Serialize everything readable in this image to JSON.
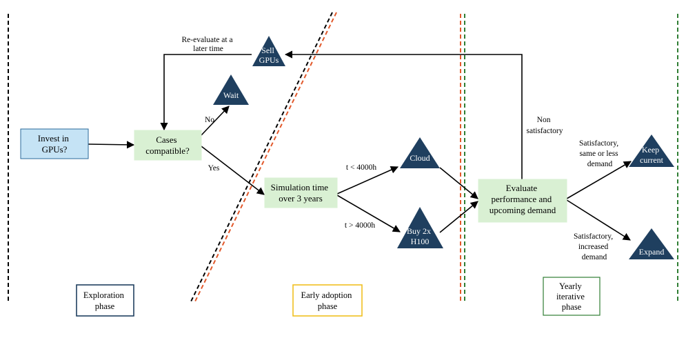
{
  "nodes": {
    "invest": {
      "lines": [
        "Invest in",
        "GPUs?"
      ]
    },
    "cases": {
      "lines": [
        "Cases",
        "compatible?"
      ]
    },
    "sell": {
      "lines": [
        "Sell",
        "GPUs"
      ]
    },
    "wait": {
      "lines": [
        "Wait"
      ]
    },
    "simulation": {
      "lines": [
        "Simulation time",
        "over 3 years"
      ]
    },
    "cloud": {
      "lines": [
        "Cloud"
      ]
    },
    "buy": {
      "lines": [
        "Buy 2x",
        "H100"
      ]
    },
    "evaluate": {
      "lines": [
        "Evaluate",
        "performance and",
        "upcoming demand"
      ]
    },
    "keep": {
      "lines": [
        "Keep",
        "current"
      ]
    },
    "expand": {
      "lines": [
        "Expand"
      ]
    }
  },
  "edge_labels": {
    "reevaluate": [
      "Re-evaluate at a",
      "later time"
    ],
    "no": [
      "No"
    ],
    "yes": [
      "Yes"
    ],
    "t_less": [
      "t < 4000h"
    ],
    "t_more": [
      "t > 4000h"
    ],
    "non_satisfactory": [
      "Non",
      "satisfactory"
    ],
    "satisfactory_same": [
      "Satisfactory,",
      "same or less",
      "demand"
    ],
    "satisfactory_increased": [
      "Satisfactory,",
      "increased",
      "demand"
    ]
  },
  "phases": {
    "exploration": [
      "Exploration",
      "phase"
    ],
    "early_adoption": [
      "Early adoption",
      "phase"
    ],
    "yearly": [
      "Yearly",
      "iterative",
      "phase"
    ]
  },
  "colors": {
    "invest_fill": "#c5e3f5",
    "green_fill": "#d9f0d3",
    "triangle_fill": "#1f3f5f",
    "phase1_border": "#1f3f5f",
    "phase2_border": "#f0c020",
    "phase3_border": "#2e7d32",
    "orange_line": "#e2582a",
    "green_line": "#2e7d32"
  }
}
